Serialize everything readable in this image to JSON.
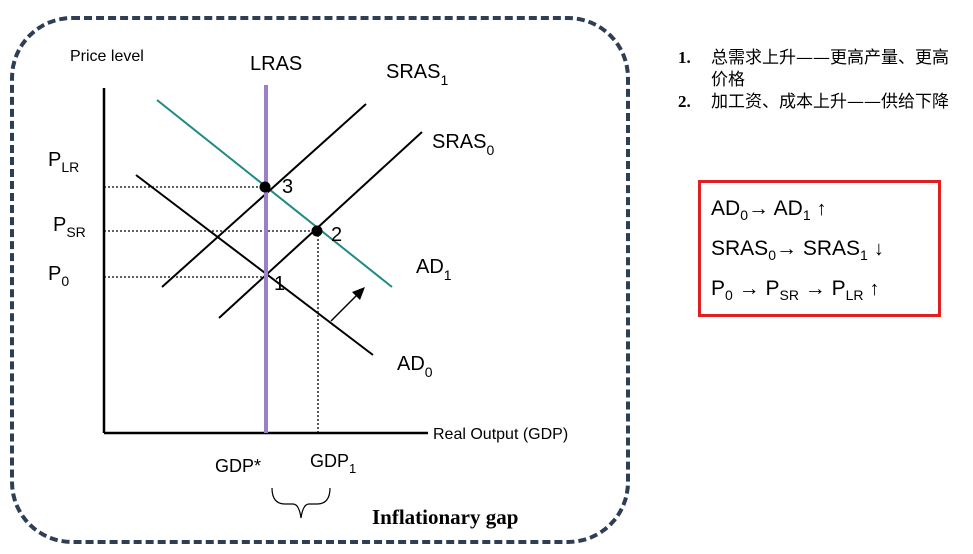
{
  "axes": {
    "ylabel": "Price level",
    "xlabel": "Real Output (GDP)"
  },
  "curves": {
    "lras": "LRAS",
    "sras1": {
      "base": "SRAS",
      "sub": "1"
    },
    "sras0": {
      "base": "SRAS",
      "sub": "0"
    },
    "ad1": {
      "base": "AD",
      "sub": "1"
    },
    "ad0": {
      "base": "AD",
      "sub": "0"
    }
  },
  "price_labels": {
    "plr": {
      "base": "P",
      "sub": "LR"
    },
    "psr": {
      "base": "P",
      "sub": "SR"
    },
    "p0": {
      "base": "P",
      "sub": "0"
    }
  },
  "points": {
    "p1": "1",
    "p2": "2",
    "p3": "3"
  },
  "gdp_labels": {
    "gdp_star": "GDP*",
    "gdp1": {
      "base": "GDP",
      "sub": "1"
    }
  },
  "gap_label": "Inflationary gap",
  "notes": [
    {
      "num": "1.",
      "text": "总需求上升——更高产量、更高价格"
    },
    {
      "num": "2.",
      "text": "加工资、成本上升——供给下降"
    }
  ],
  "summary": [
    {
      "from": {
        "base": "AD",
        "sub": "0"
      },
      "to": {
        "base": "AD",
        "sub": "1"
      },
      "dir": "↑"
    },
    {
      "from": {
        "base": "SRAS",
        "sub": "0"
      },
      "to": {
        "base": "SRAS",
        "sub": "1"
      },
      "dir": "↓"
    },
    {
      "chain": [
        {
          "base": "P",
          "sub": "0"
        },
        {
          "base": "P",
          "sub": "SR"
        },
        {
          "base": "P",
          "sub": "LR"
        }
      ],
      "dir": "↑"
    }
  ],
  "colors": {
    "frame": "#2e3e55",
    "lras": "#9b7fc9",
    "ad1": "#1f8a86",
    "summary_border": "#e02020"
  }
}
